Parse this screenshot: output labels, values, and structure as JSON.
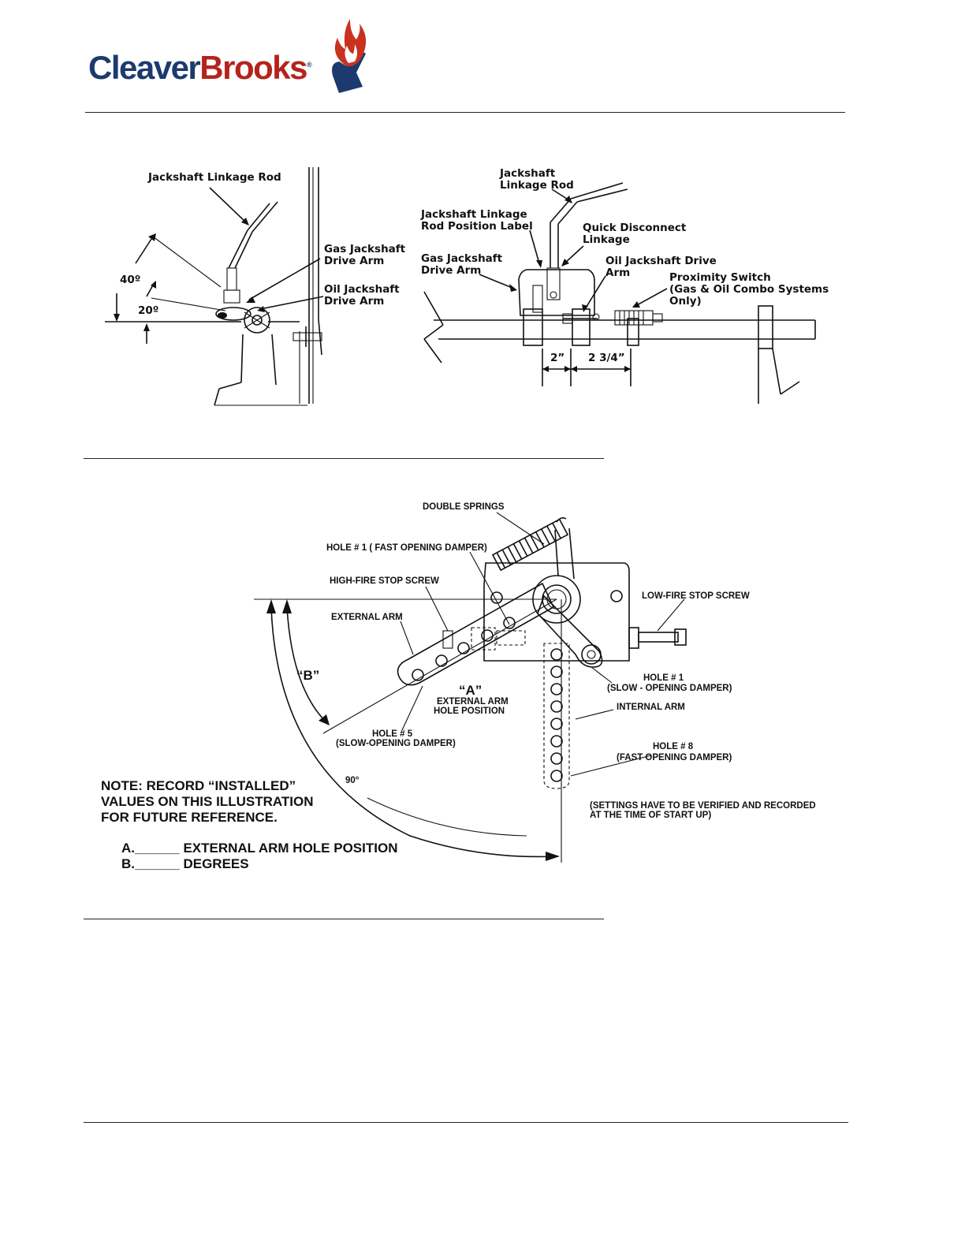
{
  "logo": {
    "part1": "Cleaver",
    "part2": "Brooks",
    "reg": "®"
  },
  "colors": {
    "brand_blue": "#1c3a6e",
    "brand_red": "#b3241c",
    "flame": "#c9321e"
  },
  "fig1": {
    "left": {
      "rod": "Jackshaft Linkage Rod",
      "gas_arm": [
        "Gas Jackshaft",
        "Drive Arm"
      ],
      "oil_arm": [
        "Oil Jackshaft",
        "Drive Arm"
      ],
      "angle1": "40º",
      "angle2": "20º"
    },
    "right": {
      "rod": [
        "Jackshaft",
        "Linkage Rod"
      ],
      "rod_label": [
        "Jackshaft Linkage",
        "Rod Position Label"
      ],
      "quick": [
        "Quick Disconnect",
        "Linkage"
      ],
      "gas_arm": [
        "Gas Jackshaft",
        "Drive Arm"
      ],
      "oil_arm": [
        "Oil Jackshaft Drive",
        "Arm"
      ],
      "prox": [
        "Proximity Switch",
        "(Gas & Oil Combo Systems",
        "Only)"
      ],
      "dim1": "2”",
      "dim2": "2 3/4”"
    }
  },
  "fig2": {
    "double_springs": "DOUBLE SPRINGS",
    "hole1_fast": "HOLE # 1 ( FAST OPENING DAMPER)",
    "high_fire": "HIGH-FIRE STOP SCREW",
    "low_fire": "LOW-FIRE STOP SCREW",
    "external_arm": "EXTERNAL ARM",
    "b": "“B”",
    "a": "“A”",
    "ext_hole": [
      "EXTERNAL ARM",
      "HOLE POSITION"
    ],
    "hole1_slow": [
      "HOLE # 1",
      "(SLOW - OPENING DAMPER)"
    ],
    "internal_arm": "INTERNAL ARM",
    "hole5": [
      "HOLE # 5",
      "(SLOW-OPENING DAMPER)"
    ],
    "hole8": [
      "HOLE # 8",
      "(FAST OPENING DAMPER)"
    ],
    "deg90": "90°",
    "note": [
      "NOTE: RECORD “INSTALLED”",
      "VALUES ON THIS ILLUSTRATION",
      "FOR FUTURE REFERENCE."
    ],
    "item_a": "A.______ EXTERNAL ARM HOLE POSITION",
    "item_b": "B.______ DEGREES",
    "settings": [
      "(SETTINGS HAVE TO BE VERIFIED AND RECORDED",
      "AT THE TIME OF START UP)"
    ]
  }
}
